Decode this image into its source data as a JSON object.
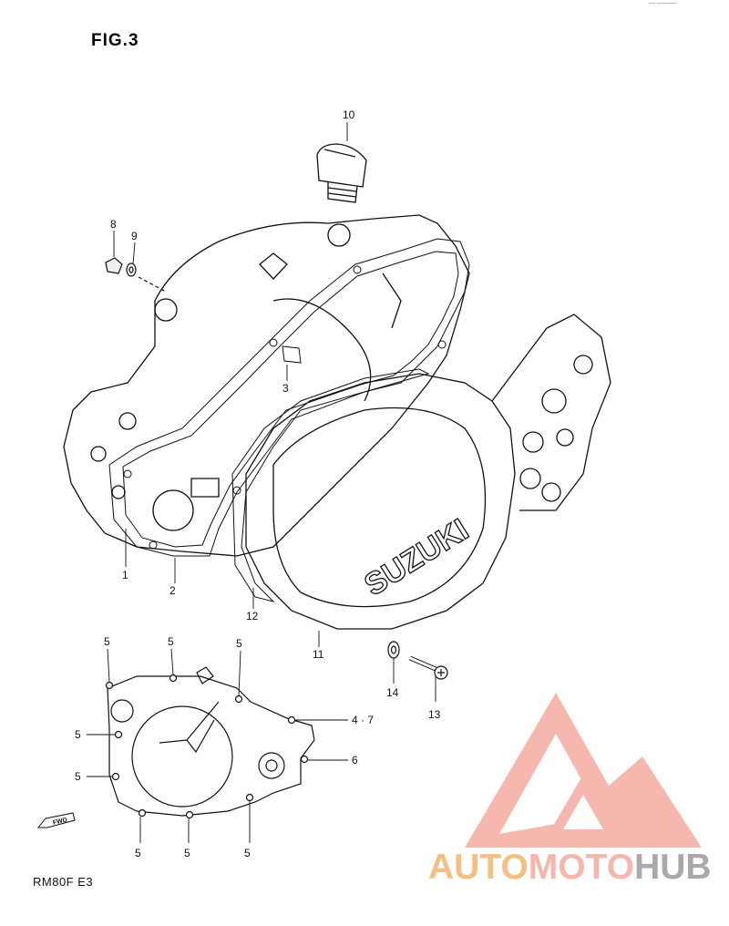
{
  "figure": {
    "title": "FIG.3",
    "model": "RM80F  E3",
    "top_mark": "— ———"
  },
  "callouts": [
    "10",
    "8",
    "9",
    "3",
    "1",
    "2",
    "12",
    "11",
    "5",
    "4 · 7",
    "6",
    "14",
    "13"
  ],
  "cover_brand": "SUZUKI",
  "fwd_label": "FWD",
  "watermark": {
    "part1": "AUTO",
    "part2": "MOTO",
    "part3": "HUB",
    "colors": [
      "#f3bf82",
      "#f5a49a",
      "#a9a9a9"
    ]
  }
}
